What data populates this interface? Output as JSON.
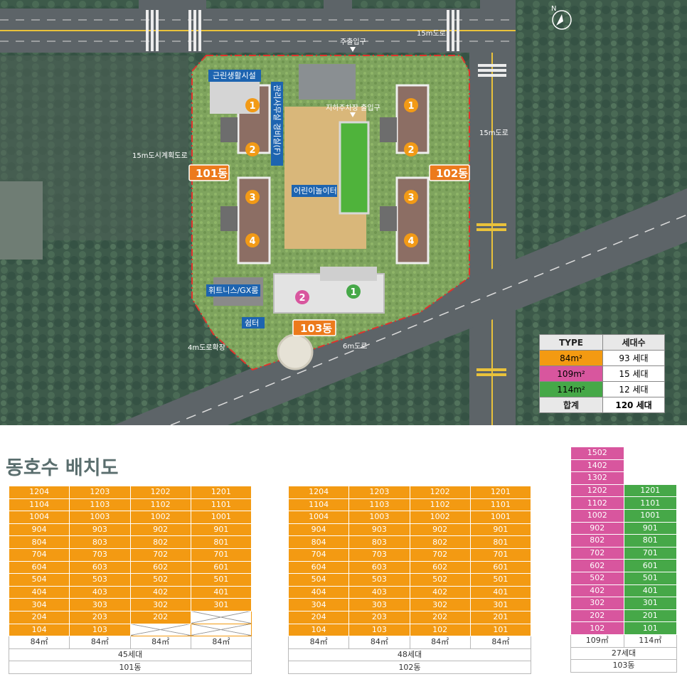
{
  "map": {
    "roads": {
      "top_right": "15m도로",
      "right": "15m도로",
      "left": "15m도시계획도로",
      "bottom": "6m도로",
      "bottom_left": "4m도로확장"
    },
    "labels": {
      "entrance": "주출입구",
      "parking": "지하주차장 출입구",
      "commercial": "근린생활시설",
      "management": "관리사무실 경비실(F)",
      "playground": "어린이놀이터",
      "fitness": "휘트니스/GX룸",
      "shelter": "쉼터"
    },
    "buildings": {
      "b101": "101동",
      "b102": "102동",
      "b103": "103동"
    },
    "lines_101": [
      "1",
      "2",
      "3",
      "4"
    ],
    "lines_102": [
      "1",
      "2",
      "3",
      "4"
    ],
    "lines_103": [
      "2",
      "1"
    ],
    "compass": "N"
  },
  "legend": {
    "headers": [
      "TYPE",
      "세대수"
    ],
    "rows": [
      {
        "type": "84m²",
        "count": "93 세대",
        "color": "#f39a12"
      },
      {
        "type": "109m²",
        "count": "15 세대",
        "color": "#d8569e"
      },
      {
        "type": "114m²",
        "count": "12 세대",
        "color": "#46a848"
      },
      {
        "type": "합계",
        "count": "120 세대",
        "color": "#e8e8e8"
      }
    ]
  },
  "section_title": "동호수 배치도",
  "b101": {
    "rows": [
      [
        "1204",
        "1203",
        "1202",
        "1201"
      ],
      [
        "1104",
        "1103",
        "1102",
        "1101"
      ],
      [
        "1004",
        "1003",
        "1002",
        "1001"
      ],
      [
        "904",
        "903",
        "902",
        "901"
      ],
      [
        "804",
        "803",
        "802",
        "801"
      ],
      [
        "704",
        "703",
        "702",
        "701"
      ],
      [
        "604",
        "603",
        "602",
        "601"
      ],
      [
        "504",
        "503",
        "502",
        "501"
      ],
      [
        "404",
        "403",
        "402",
        "401"
      ],
      [
        "304",
        "303",
        "302",
        "301"
      ],
      [
        "204",
        "203",
        "202",
        ""
      ],
      [
        "104",
        "103",
        "",
        ""
      ]
    ],
    "types": [
      "84㎡",
      "84㎡",
      "84㎡",
      "84㎡"
    ],
    "total": "45세대",
    "name": "101동"
  },
  "b102": {
    "rows": [
      [
        "1204",
        "1203",
        "1202",
        "1201"
      ],
      [
        "1104",
        "1103",
        "1102",
        "1101"
      ],
      [
        "1004",
        "1003",
        "1002",
        "1001"
      ],
      [
        "904",
        "903",
        "902",
        "901"
      ],
      [
        "804",
        "803",
        "802",
        "801"
      ],
      [
        "704",
        "703",
        "702",
        "701"
      ],
      [
        "604",
        "603",
        "602",
        "601"
      ],
      [
        "504",
        "503",
        "502",
        "501"
      ],
      [
        "404",
        "403",
        "402",
        "401"
      ],
      [
        "304",
        "303",
        "302",
        "301"
      ],
      [
        "204",
        "203",
        "202",
        "201"
      ],
      [
        "104",
        "103",
        "102",
        "101"
      ]
    ],
    "types": [
      "84㎡",
      "84㎡",
      "84㎡",
      "84㎡"
    ],
    "total": "48세대",
    "name": "102동"
  },
  "b103": {
    "rows": [
      [
        "1502",
        ""
      ],
      [
        "1402",
        ""
      ],
      [
        "1302",
        ""
      ],
      [
        "1202",
        "1201"
      ],
      [
        "1102",
        "1101"
      ],
      [
        "1002",
        "1001"
      ],
      [
        "902",
        "901"
      ],
      [
        "802",
        "801"
      ],
      [
        "702",
        "701"
      ],
      [
        "602",
        "601"
      ],
      [
        "502",
        "501"
      ],
      [
        "402",
        "401"
      ],
      [
        "302",
        "301"
      ],
      [
        "202",
        "201"
      ],
      [
        "102",
        "101"
      ]
    ],
    "types": [
      "109㎡",
      "114㎡"
    ],
    "total": "27세대",
    "name": "103동"
  }
}
